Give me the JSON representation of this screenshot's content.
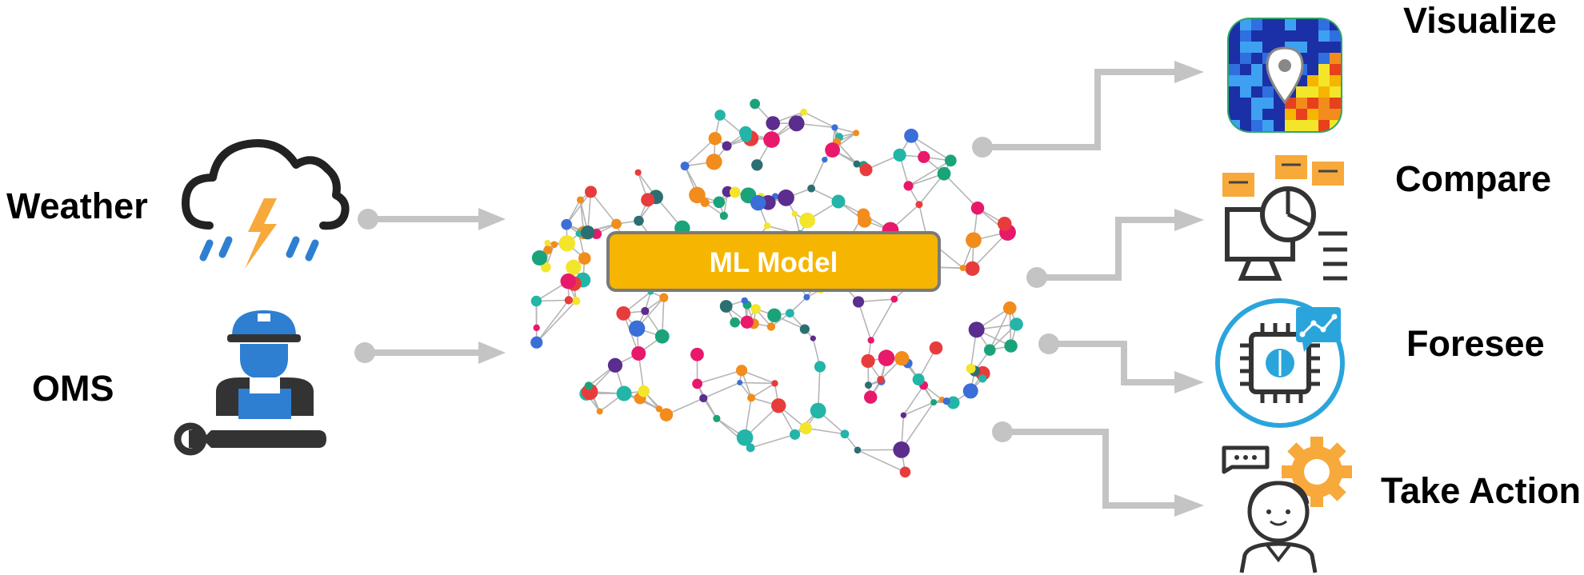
{
  "inputs": {
    "weather": {
      "label": "Weather",
      "icon": "storm-cloud-icon"
    },
    "oms": {
      "label": "OMS",
      "icon": "worker-wrench-icon"
    }
  },
  "model": {
    "label": "ML Model",
    "icon": "neural-brain-icon"
  },
  "outputs": {
    "visualize": {
      "label": "Visualize",
      "icon": "heatmap-location-icon"
    },
    "compare": {
      "label": "Compare",
      "icon": "dashboard-compare-icon"
    },
    "foresee": {
      "label": "Foresee",
      "icon": "ai-chip-chart-icon"
    },
    "take_action": {
      "label": "Take Action",
      "icon": "person-gear-icon"
    }
  },
  "colors": {
    "connector": "#c4c4c4",
    "model_box": "#f6b500",
    "model_box_border": "#7a7a7a",
    "icon_dark": "#333333",
    "icon_blue": "#2e7fd1",
    "icon_orange": "#f7a93b",
    "node_palette": [
      "#e8196a",
      "#f28c1c",
      "#2c6f73",
      "#5b2d8e",
      "#1aa37a",
      "#3a6fd8",
      "#e83c3c",
      "#f3e52a",
      "#22b5a8"
    ]
  }
}
